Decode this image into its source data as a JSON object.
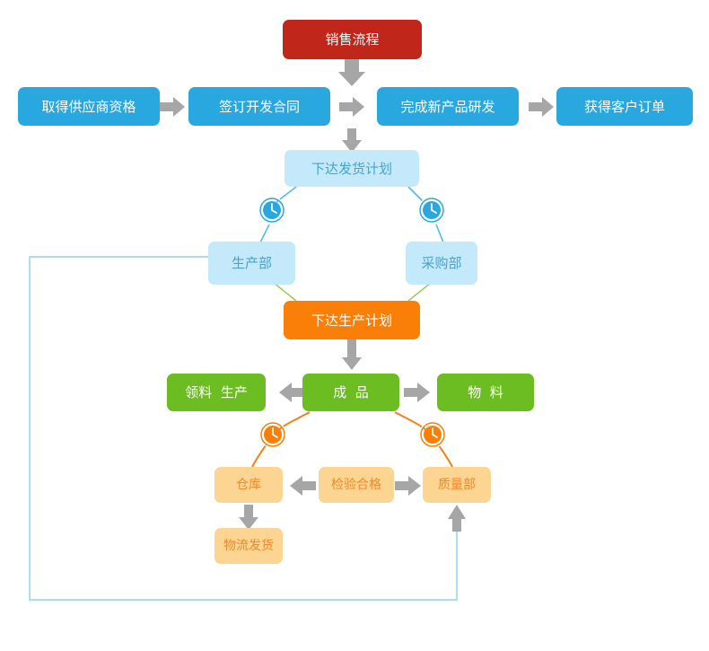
{
  "diagram": {
    "title_node": {
      "label": "销售流程",
      "color": "#c0261a"
    },
    "palette": {
      "red": "#c0261a",
      "blue": "#29a8e0",
      "light_blue": "#c3e9fb",
      "orange": "#f97f09",
      "green": "#6cbd22",
      "peach": "#fbd591",
      "peach_text": "#f08a2a",
      "light_blue_text": "#47a3cf",
      "arrow_gray": "#a6a6a6",
      "loop_line": "#8fd0ef"
    },
    "supplier_row": [
      {
        "label": "取得供应商资格"
      },
      {
        "label": "签订开发合同"
      },
      {
        "label": "完成新产品研发"
      },
      {
        "label": "获得客户订单"
      }
    ],
    "shipping_plan": {
      "label": "下达发货计划"
    },
    "departments": [
      {
        "label": "生产部"
      },
      {
        "label": "采购部"
      }
    ],
    "production_plan": {
      "label": "下达生产计划"
    },
    "production_row": [
      {
        "label": "领料  生产"
      },
      {
        "label": "成  品"
      },
      {
        "label": "物  料"
      }
    ],
    "quality_row": [
      {
        "label": "仓库"
      },
      {
        "label": "检验合格"
      },
      {
        "label": "质量部"
      }
    ],
    "shipping_out": {
      "label": "物流发货"
    },
    "badges": [
      {
        "name": "clock-badge-production",
        "color": "#29a8e0"
      },
      {
        "name": "clock-badge-purchasing",
        "color": "#29a8e0"
      },
      {
        "name": "clock-badge-warehouse",
        "color": "#f97f09"
      },
      {
        "name": "clock-badge-quality",
        "color": "#f97f09"
      }
    ]
  }
}
